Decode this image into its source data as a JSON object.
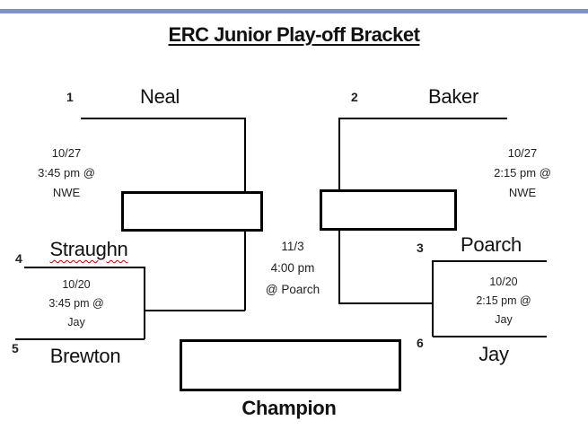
{
  "title": "ERC Junior Play-off Bracket",
  "bracket": {
    "semifinal_left": {
      "seed": "1",
      "team": "Neal",
      "game": {
        "date": "10/27",
        "time": "3:45 pm @",
        "venue": "NWE"
      }
    },
    "semifinal_right": {
      "seed": "2",
      "team": "Baker",
      "game": {
        "date": "10/27",
        "time": "2:15 pm @",
        "venue": "NWE"
      }
    },
    "quarterfinal_left": {
      "top_seed": "4",
      "top_team": "Straughn",
      "bottom_seed": "5",
      "bottom_team": "Brewton",
      "game": {
        "date": "10/20",
        "time": "3:45 pm @",
        "venue": "Jay"
      }
    },
    "quarterfinal_right": {
      "top_seed": "3",
      "top_team": "Poarch",
      "bottom_seed": "6",
      "bottom_team": "Jay",
      "game": {
        "date": "10/20",
        "time": "2:15 pm @",
        "venue": "Jay"
      }
    },
    "final_game": {
      "date": "11/3",
      "time": "4:00 pm",
      "venue": "@ Poarch"
    },
    "champion_label": "Champion"
  },
  "colors": {
    "accent_bar": "#7C94BE",
    "line": "#000000",
    "spellcheck_underline": "#C00000"
  }
}
